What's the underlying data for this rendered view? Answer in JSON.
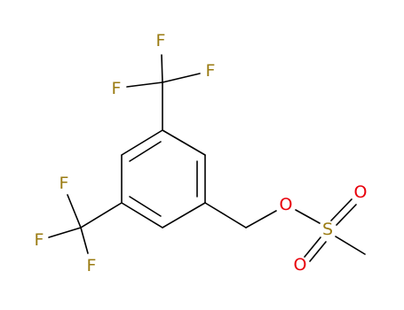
{
  "molecule": {
    "atoms": {
      "f_top": "F",
      "f_top_right": "F",
      "f_top_left": "F",
      "f_bottom_top": "F",
      "f_bottom_left": "F",
      "f_bottom_bottom": "F",
      "o_ester": "O",
      "o_sulfonyl_right": "O",
      "o_sulfonyl_bottom": "O",
      "s_sulfur": "S"
    },
    "colors": {
      "bond": "#000000",
      "fluorine": "#9A7B12",
      "oxygen": "#E8000B",
      "sulfur": "#9A7B12"
    }
  }
}
